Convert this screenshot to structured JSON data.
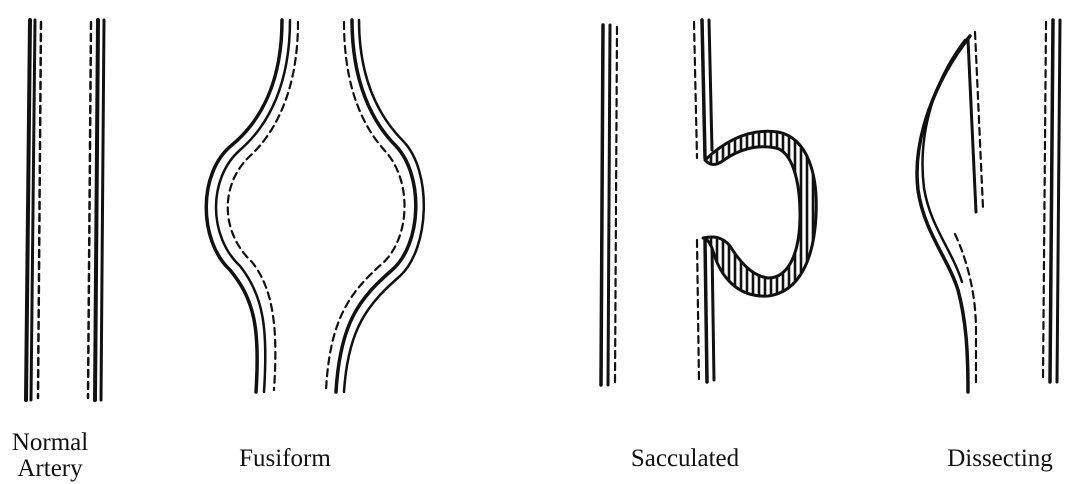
{
  "diagram": {
    "panels": [
      {
        "id": "normal",
        "label_lines": [
          "Normal",
          "Artery"
        ]
      },
      {
        "id": "fusiform",
        "label_lines": [
          "Fusiform"
        ]
      },
      {
        "id": "sacculated",
        "label_lines": [
          "Sacculated"
        ]
      },
      {
        "id": "dissecting",
        "label_lines": [
          "Dissecting"
        ]
      }
    ],
    "colors": {
      "ink": "#111111",
      "background": "#ffffff"
    }
  }
}
